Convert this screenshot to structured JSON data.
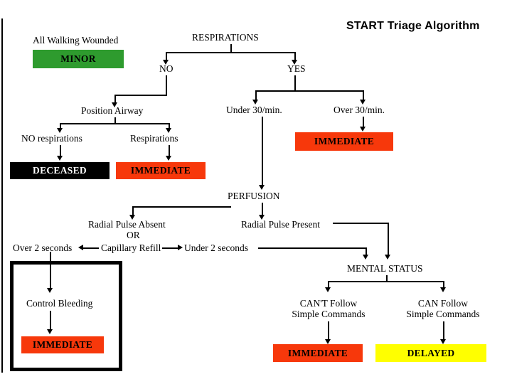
{
  "title": "START Triage Algorithm",
  "nodes": {
    "all_walking_wounded": "All Walking Wounded",
    "minor": "MINOR",
    "respirations": "RESPIRATIONS",
    "no": "NO",
    "yes": "YES",
    "position_airway": "Position Airway",
    "no_respirations": "NO respirations",
    "respirations_present": "Respirations",
    "deceased": "DECEASED",
    "immediate_airway": "IMMEDIATE",
    "under_30": "Under 30/min.",
    "over_30": "Over 30/min.",
    "immediate_rate": "IMMEDIATE",
    "perfusion": "PERFUSION",
    "radial_pulse_absent": "Radial Pulse Absent",
    "or": "OR",
    "capillary_refill": "Capillary Refill",
    "over_2_seconds": "Over 2 seconds",
    "under_2_seconds": "Under 2 seconds",
    "radial_pulse_present": "Radial Pulse Present",
    "control_bleeding": "Control Bleeding",
    "immediate_bleeding": "IMMEDIATE",
    "mental_status": "MENTAL STATUS",
    "cant_follow_l1": "CAN'T Follow",
    "cant_follow_l2": "Simple Commands",
    "can_follow_l1": "CAN Follow",
    "can_follow_l2": "Simple Commands",
    "immediate_mental": "IMMEDIATE",
    "delayed": "DELAYED"
  },
  "colors": {
    "minor": "#2E9B2E",
    "deceased": "#000000",
    "immediate": "#F7380B",
    "delayed": "#FFFF00",
    "line": "#000000",
    "background": "#FFFFFF"
  }
}
